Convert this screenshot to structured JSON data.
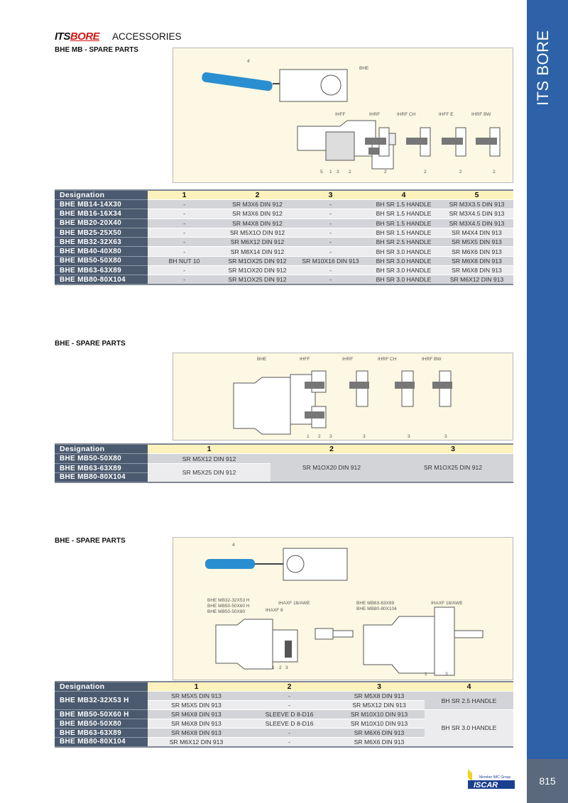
{
  "header": {
    "logo_its": "ITS",
    "logo_bore": "BORE",
    "title": "ACCESSORIES"
  },
  "sidebar": {
    "label": "ITS BORE"
  },
  "footer": {
    "page_number": "815",
    "brand": "ISCAR",
    "brand_tagline": "Member IMC Group"
  },
  "colors": {
    "sidebar": "#2d62a8",
    "designation_bg": "#4b5a6e",
    "header_bg": "#fbf2bd",
    "row_dark": "#d3d4d8",
    "row_light": "#ececee",
    "diagram_bg": "#fdf8e3",
    "handle": "#2a8fd0"
  },
  "section1": {
    "title": "BHE MB - SPARE PARTS",
    "diagram": {
      "labels": [
        "4",
        "BHE",
        "IHFF",
        "IHRF",
        "IHRF CH",
        "IHFF E",
        "IHRF BW"
      ],
      "numbers": [
        "5",
        "1",
        "3",
        "2",
        "2",
        "2",
        "2",
        "2"
      ]
    },
    "table": {
      "headers": [
        "Designation",
        "1",
        "2",
        "3",
        "4",
        "5"
      ],
      "rows": [
        [
          "BHE MB14-14X30",
          "-",
          "SR M3X6 DIN 912",
          "-",
          "BH SR 1.5 HANDLE",
          "SR M3X3.5 DIN 913"
        ],
        [
          "BHE MB16-16X34",
          "-",
          "SR M3X6 DIN 912",
          "-",
          "BH SR 1.5 HANDLE",
          "SR M3X4.5 DIN 913"
        ],
        [
          "BHE MB20-20X40",
          "-",
          "SR M4X8 DIN 912",
          "-",
          "BH SR 1.5 HANDLE",
          "SR M3X4.5 DIN 913"
        ],
        [
          "BHE MB25-25X50",
          "-",
          "SR M5X1O DIN 912",
          "-",
          "BH SR 1.5 HANDLE",
          "SR M4X4 DIN 913"
        ],
        [
          "BHE MB32-32X63",
          "-",
          "SR M6X12 DIN 912",
          "-",
          "BH SR 2.5 HANDLE",
          "SR M5X5 DIN 913"
        ],
        [
          "BHE MB40-40X80",
          "-",
          "SR M8X14 DIN 912",
          "-",
          "BH SR 3.0 HANDLE",
          "SR M6X6 DIN 913"
        ],
        [
          "BHE MB50-50X80",
          "BH NUT 10",
          "SR M1OX25 DIN 912",
          "SR M10X16 DIN 913",
          "BH SR 3.0 HANDLE",
          "SR M6X8 DIN 913"
        ],
        [
          "BHE MB63-63X89",
          "-",
          "SR M1OX20 DIN 912",
          "-",
          "BH SR 3.0 HANDLE",
          "SR M6X8 DIN 913"
        ],
        [
          "BHE MB80-80X104",
          "-",
          "SR M1OX25 DIN 912",
          "-",
          "BH SR 3.0 HANDLE",
          "SR M6X12 DIN 913"
        ]
      ]
    }
  },
  "section2": {
    "title": "BHE - SPARE PARTS",
    "diagram": {
      "labels": [
        "BHE",
        "IHFF",
        "IHRF",
        "IHRF CH",
        "IHRF BW"
      ],
      "numbers": [
        "1",
        "2",
        "3",
        "3",
        "3",
        "3"
      ]
    },
    "table": {
      "headers": [
        "Designation",
        "1",
        "2",
        "3"
      ],
      "designations": [
        "BHE MB50-50X80",
        "BHE MB63-63X89",
        "BHE MB80-80X104"
      ],
      "col1": [
        "SR M5X12 DIN 912",
        "SR M5X25 DIN 912"
      ],
      "col2": "SR M1OX20 DIN 912",
      "col3": "SR M1OX25 DIN 912"
    }
  },
  "section3": {
    "title": "BHE - SPARE PARTS",
    "diagram": {
      "labels": [
        "4",
        "BHE MB32-32X53 H",
        "BHE MB50-50X60 H",
        "BHE MB50-50X80",
        "IHAXF 18/AWE",
        "IHAXF 8",
        "BHE MB63-63X89",
        "BHE MB80-80X104",
        "IHAXF 18/AWE"
      ],
      "numbers": [
        "1",
        "2",
        "3",
        "1",
        "3"
      ]
    },
    "table": {
      "headers": [
        "Designation",
        "1",
        "2",
        "3",
        "4"
      ],
      "designations": [
        "BHE MB32-32X53 H",
        "BHE MB50-50X60 H",
        "BHE MB50-50X80",
        "BHE MB63-63X89",
        "BHE MB80-80X104"
      ],
      "rows": [
        [
          "SR M5X5 DIN 913",
          "-",
          "SR M5X8 DIN 913"
        ],
        [
          "SR M5X5 DIN 913",
          "-",
          "SR M5X12 DIN 913"
        ],
        [
          "SR M6X8 DIN 913",
          "SLEEVE D 8-D16",
          "SR M10X10 DIN 913"
        ],
        [
          "SR M6X8 DIN 913",
          "SLEEVE D 8-D16",
          "SR M10X10 DIN 913"
        ],
        [
          "SR M6X8 DIN 913",
          "-",
          "SR M6X6 DIN 913"
        ],
        [
          "SR M6X12 DIN 913",
          "-",
          "SR M6X6 DIN 913"
        ]
      ],
      "col4": [
        "BH SR 2.5 HANDLE",
        "BH SR 3.0 HANDLE"
      ]
    }
  }
}
